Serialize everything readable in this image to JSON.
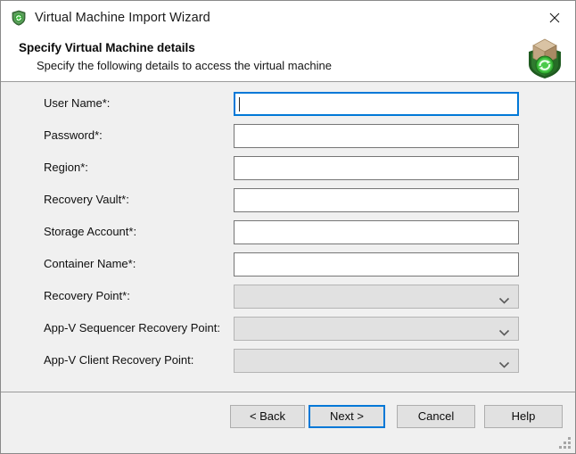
{
  "window": {
    "title": "Virtual Machine Import Wizard",
    "title_icon": "green-shield-refresh-icon",
    "close_icon": "close-icon",
    "accent_color": "#0078D7",
    "body_background": "#F0F0F0",
    "titlebar_background": "#FFFFFF"
  },
  "header": {
    "title": "Specify Virtual Machine details",
    "subtitle": "Specify the following details to access the virtual machine",
    "icon": "import-box-shield-refresh-icon"
  },
  "form": {
    "fields": [
      {
        "label": "User Name*:",
        "type": "text",
        "value": "",
        "placeholder": "",
        "focused": true,
        "disabled": false
      },
      {
        "label": "Password*:",
        "type": "text",
        "value": "",
        "placeholder": "",
        "focused": false,
        "disabled": false
      },
      {
        "label": "Region*:",
        "type": "text",
        "value": "",
        "placeholder": "",
        "focused": false,
        "disabled": false
      },
      {
        "label": "Recovery Vault*:",
        "type": "text",
        "value": "",
        "placeholder": "",
        "focused": false,
        "disabled": false
      },
      {
        "label": "Storage Account*:",
        "type": "text",
        "value": "",
        "placeholder": "",
        "focused": false,
        "disabled": false
      },
      {
        "label": "Container Name*:",
        "type": "text",
        "value": "",
        "placeholder": "",
        "focused": false,
        "disabled": false
      },
      {
        "label": "Recovery Point*:",
        "type": "select",
        "value": "",
        "placeholder": "",
        "focused": false,
        "disabled": true,
        "icon": "chevron-down-icon"
      },
      {
        "label": "App-V Sequencer Recovery Point:",
        "type": "select",
        "value": "",
        "placeholder": "",
        "focused": false,
        "disabled": true,
        "icon": "chevron-down-icon"
      },
      {
        "label": "App-V Client Recovery Point:",
        "type": "select",
        "value": "",
        "placeholder": "",
        "focused": false,
        "disabled": true,
        "icon": "chevron-down-icon"
      }
    ]
  },
  "footer": {
    "buttons": [
      {
        "label": "< Back",
        "name": "back-button",
        "default": false
      },
      {
        "label": "Next >",
        "name": "next-button",
        "default": true
      },
      {
        "label": "Cancel",
        "name": "cancel-button",
        "default": false
      },
      {
        "label": "Help",
        "name": "help-button",
        "default": false
      }
    ],
    "resize_grip": "resize-grip-icon"
  }
}
